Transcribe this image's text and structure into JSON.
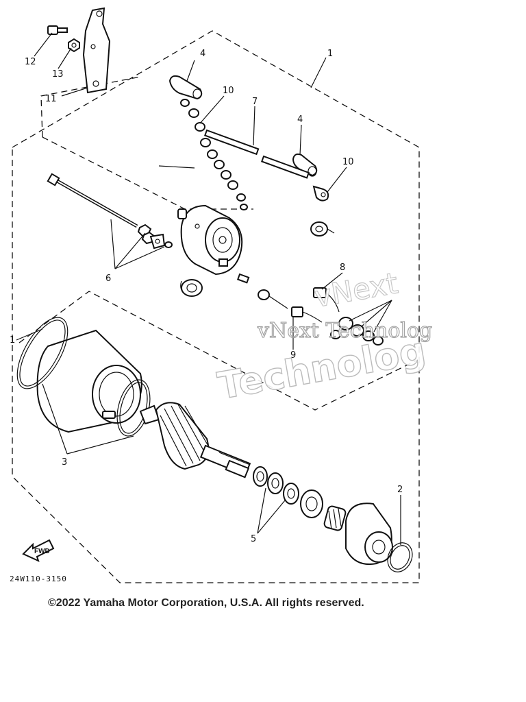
{
  "diagram": {
    "callouts": [
      {
        "id": "1a",
        "label": "1"
      },
      {
        "id": "1b",
        "label": "1"
      },
      {
        "id": "2",
        "label": "2"
      },
      {
        "id": "3",
        "label": "3"
      },
      {
        "id": "4a",
        "label": "4"
      },
      {
        "id": "4b",
        "label": "4"
      },
      {
        "id": "5",
        "label": "5"
      },
      {
        "id": "6",
        "label": "6"
      },
      {
        "id": "7",
        "label": "7"
      },
      {
        "id": "8",
        "label": "8"
      },
      {
        "id": "9",
        "label": "9"
      },
      {
        "id": "10a",
        "label": "10"
      },
      {
        "id": "10b",
        "label": "10"
      },
      {
        "id": "11",
        "label": "11"
      },
      {
        "id": "12",
        "label": "12"
      },
      {
        "id": "13",
        "label": "13"
      }
    ],
    "diagram_code": "24W110-3150",
    "fwd_label": "FWD",
    "copyright": "©2022 Yamaha Motor Corporation, U.S.A. All rights reserved.",
    "watermark": {
      "line1": "vNext Technolog",
      "line2": "Technolog",
      "line3": "vNext"
    }
  }
}
